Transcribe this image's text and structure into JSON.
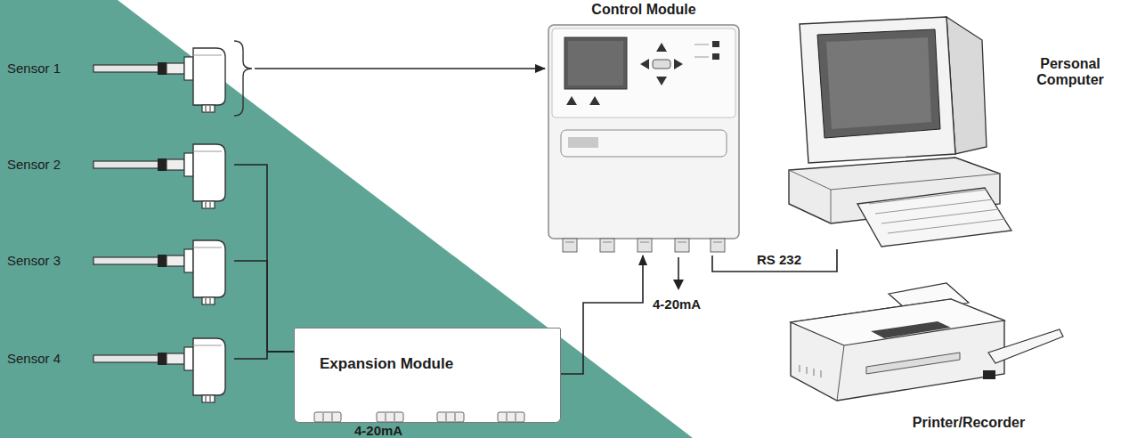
{
  "diagram": {
    "nodes": [
      {
        "text": [
          "Sensor 1"
        ]
      },
      {
        "text": [
          "Sensor 2"
        ]
      },
      {
        "text": [
          "Sensor 3"
        ]
      },
      {
        "text": [
          "Sensor 4"
        ]
      },
      {
        "text": [
          "Expansion Module"
        ]
      },
      {
        "text": [
          "Control Module"
        ]
      },
      {
        "text": [
          "Personal Computer"
        ]
      },
      {
        "text": [
          "Printer/Recorder"
        ]
      }
    ],
    "edges": [
      {
        "from": 0,
        "to": 5,
        "arrow": "to"
      },
      {
        "from": 1,
        "to": 4,
        "arrow": "none"
      },
      {
        "from": 2,
        "to": 4,
        "arrow": "none"
      },
      {
        "from": 3,
        "to": 4,
        "arrow": "none"
      },
      {
        "from": 4,
        "to": 5,
        "arrow": "to"
      },
      {
        "from": 5,
        "to": 6,
        "label": "RS 232",
        "arrow": "none"
      }
    ],
    "labels": [
      "4-20mA",
      "4-20mA"
    ]
  }
}
